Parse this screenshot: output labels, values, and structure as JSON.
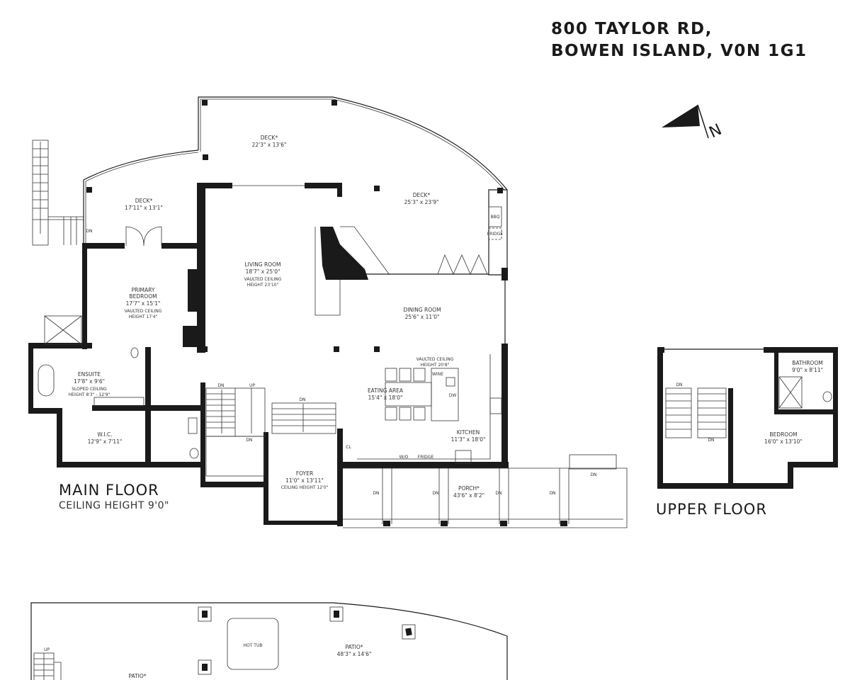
{
  "address": {
    "line1": "800 TAYLOR RD,",
    "line2": "BOWEN ISLAND, V0N 1G1"
  },
  "compass": {
    "label": "N"
  },
  "main_floor": {
    "title": "MAIN FLOOR",
    "subtitle": "CEILING HEIGHT 9'0\"",
    "rooms": {
      "deck_top": {
        "name": "DECK*",
        "size": "22'3\" x 13'6\""
      },
      "deck_left": {
        "name": "DECK*",
        "size": "17'11\" x 13'1\""
      },
      "deck_right": {
        "name": "DECK*",
        "size": "25'3\" x 23'9\""
      },
      "living": {
        "name": "LIVING ROOM",
        "size": "18'7\" x 25'0\"",
        "note1": "VAULTED CEILING",
        "note2": "HEIGHT 23'10\""
      },
      "primary": {
        "name1": "PRIMARY",
        "name2": "BEDROOM",
        "size": "17'7\" x 15'1\"",
        "note1": "VAULTED CEILING",
        "note2": "HEIGHT 17'4\""
      },
      "ensuite": {
        "name": "ENSUITE",
        "size": "17'8\" x 9'6\"",
        "note1": "SLOPED CEILING",
        "note2": "HEIGHT 8'3\" - 12'9\""
      },
      "wic": {
        "name": "W.I.C.",
        "size": "12'9\" x 7'11\""
      },
      "dining": {
        "name": "DINING ROOM",
        "size": "25'6\" x 11'0\""
      },
      "eating": {
        "name": "EATING AREA",
        "size": "15'4\" x 18'0\""
      },
      "kitchen": {
        "name": "KITCHEN",
        "size": "11'3\" x 18'0\"",
        "note1": "VAULTED CEILING",
        "note2": "HEIGHT 20'8\""
      },
      "foyer": {
        "name": "FOYER",
        "size": "11'0\" x 13'11\"",
        "note": "CEILING HEIGHT 12'0\""
      },
      "porch": {
        "name": "PORCH*",
        "size": "43'6\" x 8'2\""
      }
    },
    "fixtures": {
      "bbq": "BBQ",
      "fridge_deck": "FRIDGE",
      "wine": "WINE",
      "dw": "DW",
      "wo": "W/O",
      "fridge": "FRIDGE",
      "cl": "CL"
    },
    "stairs": {
      "dn": "DN",
      "up": "UP"
    }
  },
  "upper_floor": {
    "title": "UPPER FLOOR",
    "rooms": {
      "bathroom": {
        "name": "BATHROOM",
        "size": "9'0\" x 8'11\""
      },
      "bedroom": {
        "name": "BEDROOM",
        "size": "16'0\" x 13'10\""
      }
    }
  },
  "lower_floor": {
    "rooms": {
      "hot_tub": {
        "name": "HOT TUB"
      },
      "patio_right": {
        "name": "PATIO*",
        "size": "48'3\" x 14'6\""
      },
      "patio_left": {
        "name": "PATIO*"
      }
    },
    "up": "UP"
  }
}
